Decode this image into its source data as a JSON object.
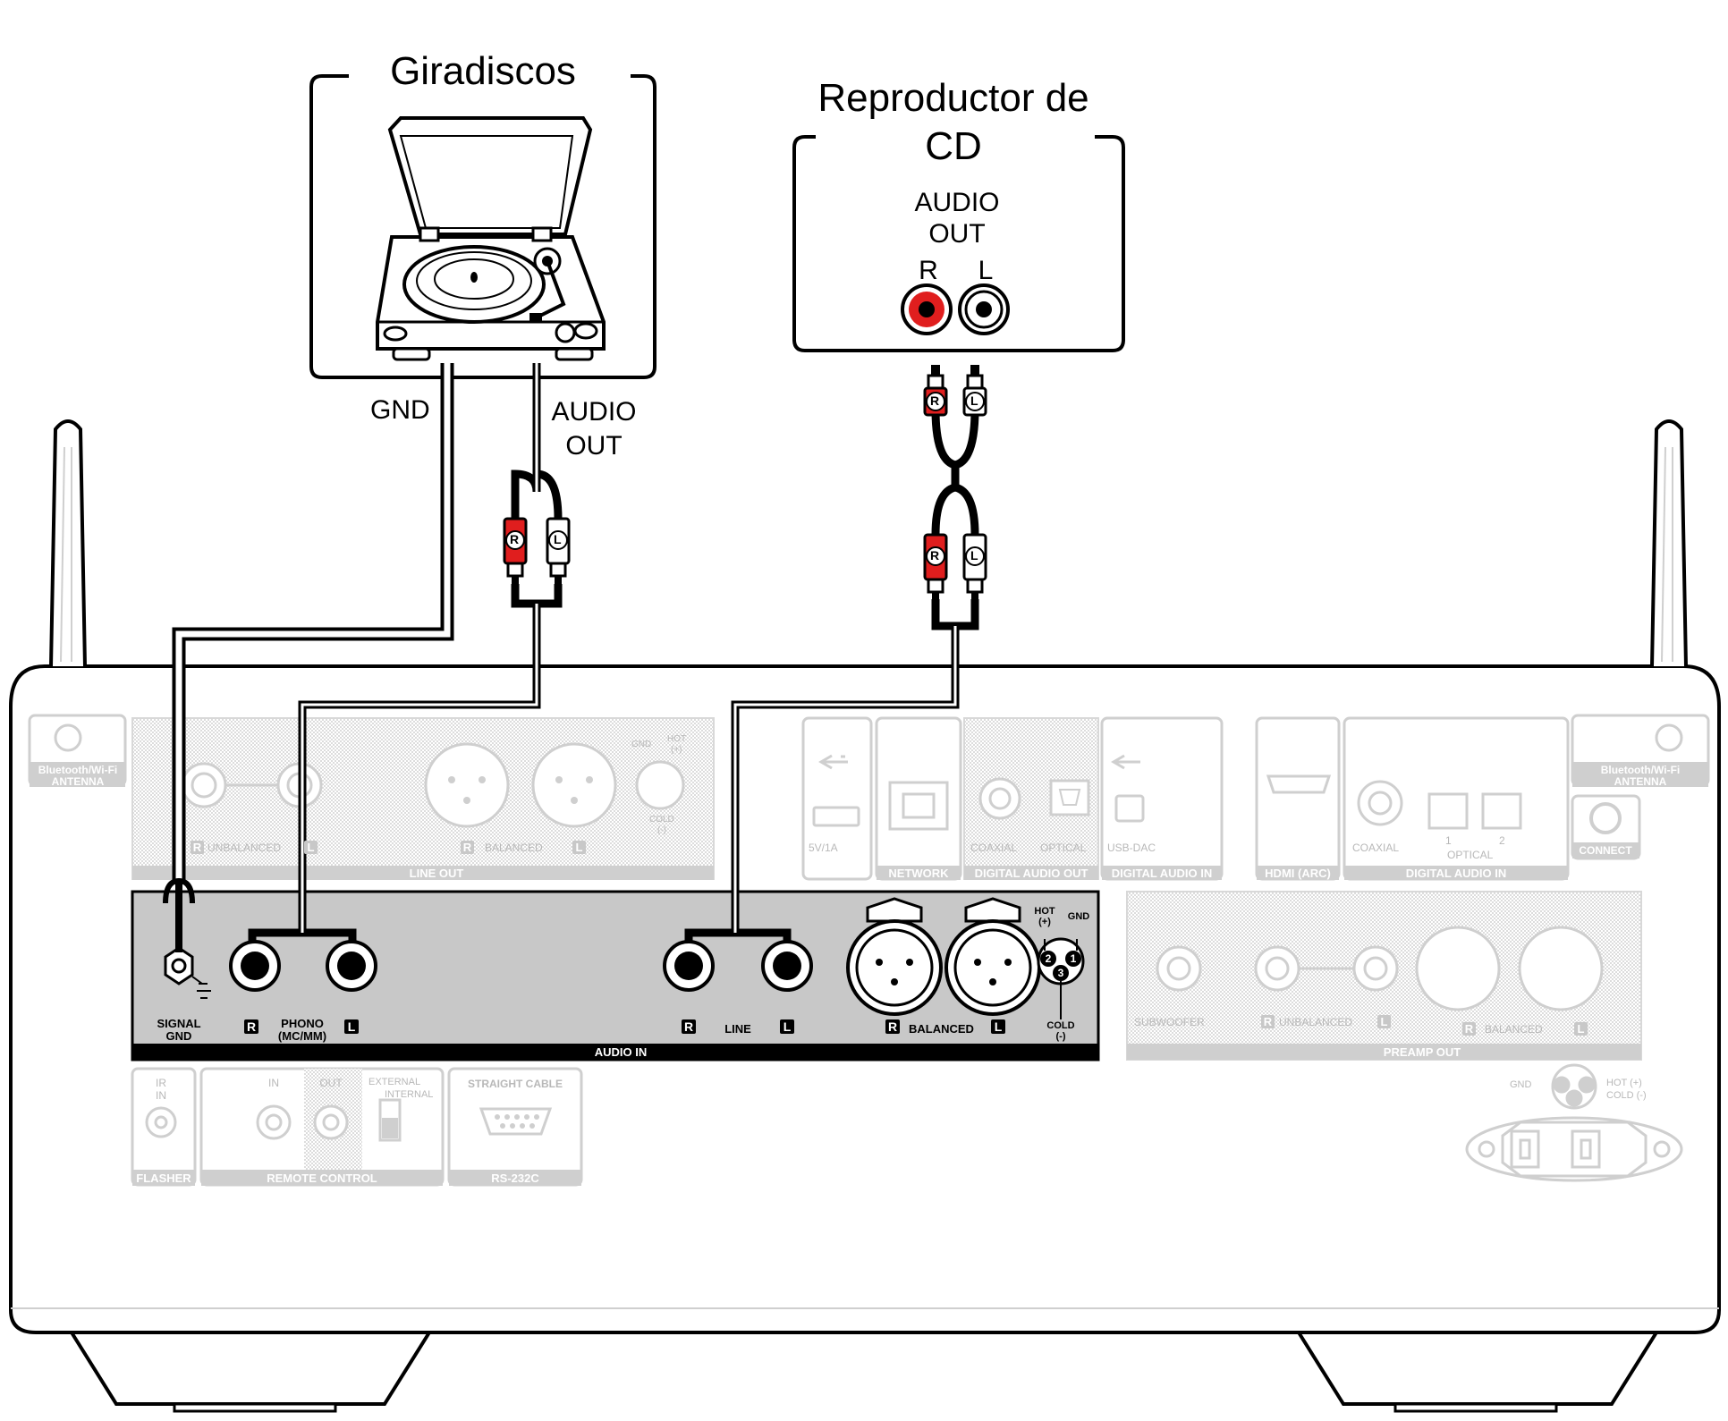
{
  "devices": {
    "turntable": {
      "title": "Giradiscos",
      "gnd_label": "GND",
      "audio_out_label_1": "AUDIO",
      "audio_out_label_2": "OUT"
    },
    "cd_player": {
      "title_1": "Reproductor de",
      "title_2": "CD",
      "audio_out_label_1": "AUDIO",
      "audio_out_label_2": "OUT",
      "jack_r": "R",
      "jack_l": "L"
    }
  },
  "plugs": {
    "r": "R",
    "l": "L"
  },
  "rear_panel": {
    "antenna_left_1": "Bluetooth/Wi-Fi",
    "antenna_left_2": "ANTENNA",
    "antenna_right_1": "Bluetooth/Wi-Fi",
    "antenna_right_2": "ANTENNA",
    "line_out": {
      "band": "LINE OUT",
      "unbalanced": "UNBALANCED",
      "balanced": "BALANCED",
      "gnd": "GND",
      "hot_1": "HOT",
      "hot_2": "(+)",
      "cold": "COLD",
      "cold_2": "(-)",
      "r": "R",
      "l": "L"
    },
    "usb": {
      "power": "5V/1A"
    },
    "network": {
      "band": "NETWORK"
    },
    "digital_audio_out": {
      "band": "DIGITAL AUDIO OUT",
      "coaxial": "COAXIAL",
      "optical": "OPTICAL"
    },
    "usb_dac": {
      "band": "DIGITAL AUDIO IN",
      "label": "USB-DAC"
    },
    "hdmi": {
      "band": "HDMI (ARC)"
    },
    "digital_audio_in": {
      "band": "DIGITAL AUDIO IN",
      "coaxial": "COAXIAL",
      "optical": "OPTICAL",
      "n1": "1",
      "n2": "2"
    },
    "connect": {
      "label": "CONNECT"
    },
    "audio_in": {
      "band": "AUDIO IN",
      "signal_gnd_1": "SIGNAL",
      "signal_gnd_2": "GND",
      "phono_1": "PHONO",
      "phono_2": "(MC/MM)",
      "line": "LINE",
      "balanced": "BALANCED",
      "r": "R",
      "l": "L",
      "hot_1": "HOT",
      "hot_2": "(+)",
      "gnd": "GND",
      "cold_1": "COLD",
      "cold_2": "(-)",
      "pin1": "1",
      "pin2": "2",
      "pin3": "3"
    },
    "preamp_out": {
      "band": "PREAMP OUT",
      "subwoofer": "SUBWOOFER",
      "unbalanced": "UNBALANCED",
      "balanced": "BALANCED",
      "r": "R",
      "l": "L"
    },
    "xlr_legend": {
      "gnd": "GND",
      "hot": "HOT (+)",
      "cold": "COLD (-)"
    },
    "flasher": {
      "band": "FLASHER",
      "ir": "IR",
      "in": "IN"
    },
    "remote_control": {
      "band": "REMOTE CONTROL",
      "in": "IN",
      "out": "OUT",
      "external": "EXTERNAL",
      "internal": "INTERNAL"
    },
    "rs232c": {
      "band": "RS-232C",
      "label": "STRAIGHT CABLE"
    }
  },
  "colors": {
    "red_plug": "#e01e1e",
    "line": "#000000",
    "panel_gray": "#c8c8c8",
    "faint_gray": "#cfcfcf"
  }
}
